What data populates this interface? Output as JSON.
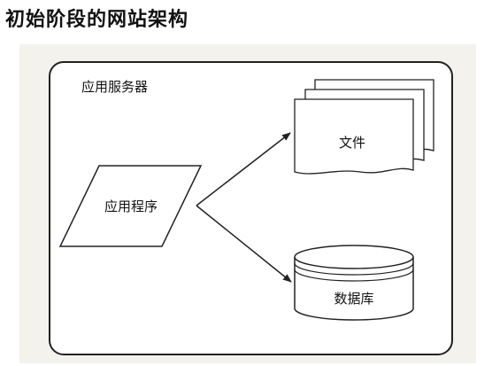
{
  "title": "初始阶段的网站架构",
  "diagram": {
    "server_label": "应用服务器",
    "application_label": "应用程序",
    "file_label": "文件",
    "database_label": "数据库"
  },
  "colors": {
    "panel_background": "#f3f2ec",
    "stroke": "#222222",
    "text": "#111111"
  }
}
